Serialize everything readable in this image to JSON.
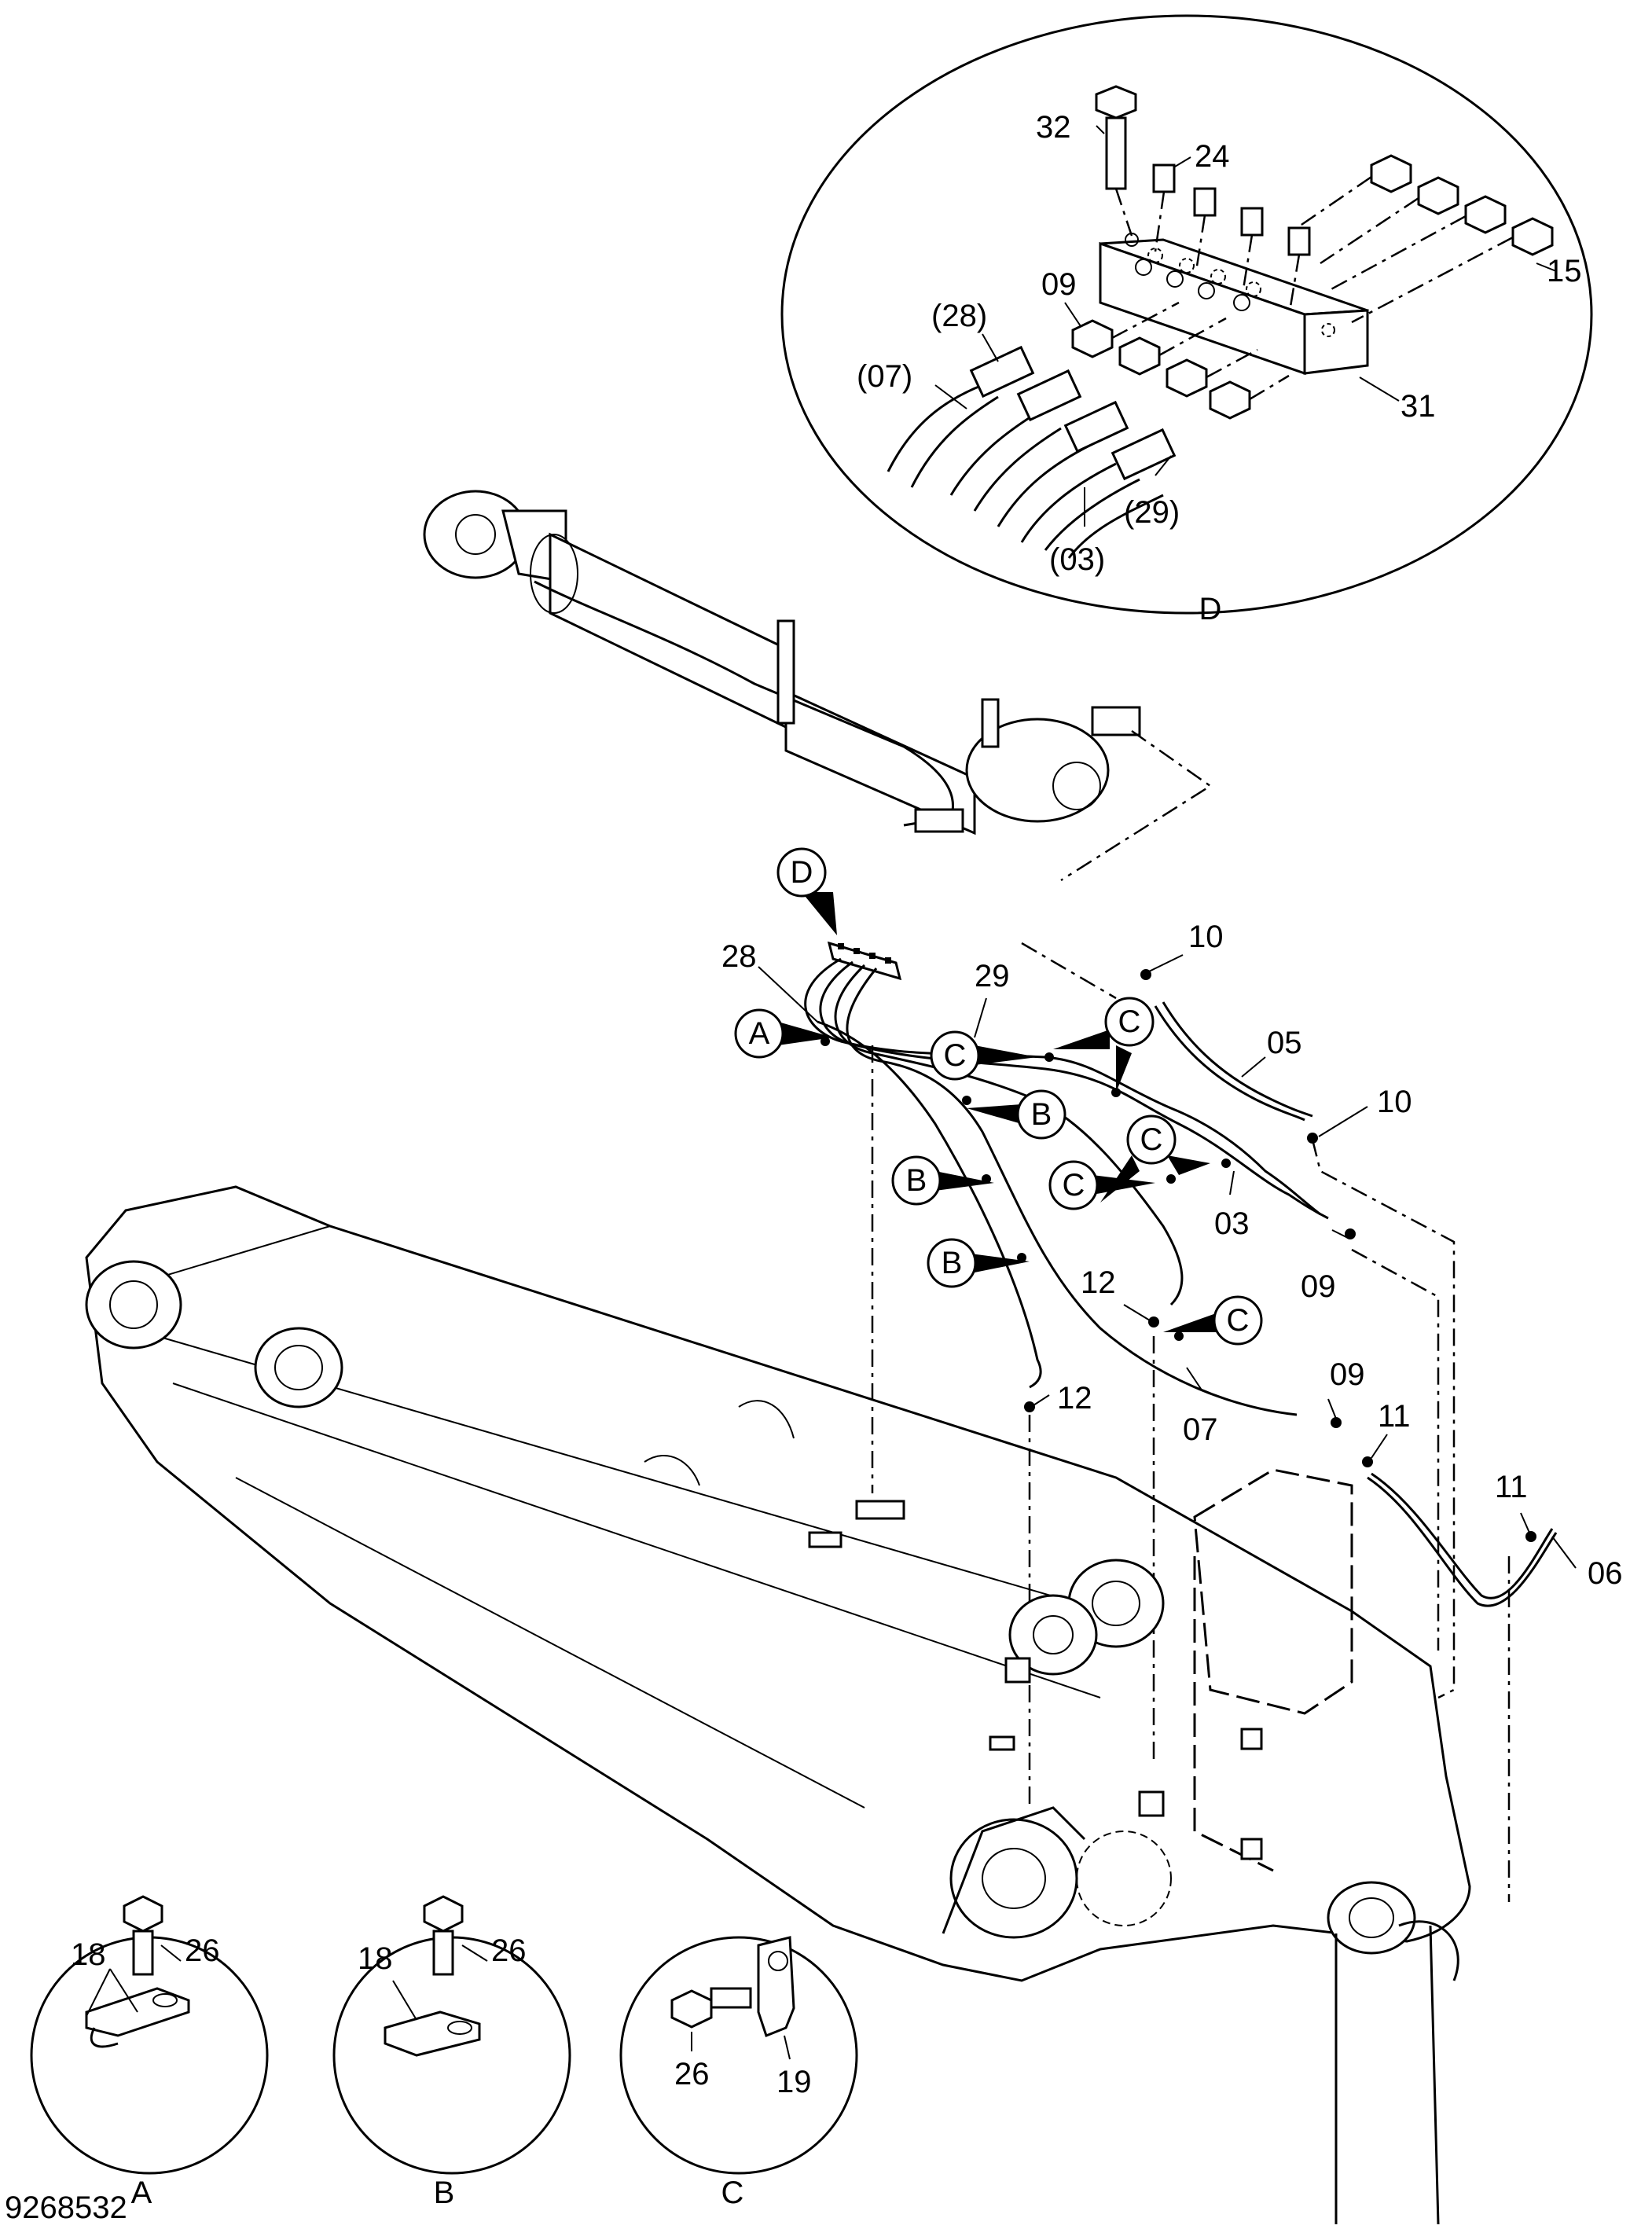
{
  "drawing_number": "9268532",
  "detail_views": {
    "D": "D",
    "A": "A",
    "B": "B",
    "C": "C"
  },
  "callout_letters": {
    "A": "A",
    "B": "B",
    "C": "C",
    "D": "D"
  },
  "part_labels": {
    "p32": "32",
    "p24": "24",
    "p15": "15",
    "p09": "09",
    "p28_paren": "(28)",
    "p07_paren": "(07)",
    "p31": "31",
    "p29_paren": "(29)",
    "p03_paren": "(03)",
    "p28": "28",
    "p29": "29",
    "p10_top": "10",
    "p05": "05",
    "p10_mid": "10",
    "p03": "03",
    "p09_mid": "09",
    "p12_mid": "12",
    "p12_low": "12",
    "p09_low": "09",
    "p07": "07",
    "p11_a": "11",
    "p11_b": "11",
    "p06": "06",
    "p18_a": "18",
    "p26_a": "26",
    "p18_b": "18",
    "p26_b": "26",
    "p26_c": "26",
    "p19": "19"
  }
}
